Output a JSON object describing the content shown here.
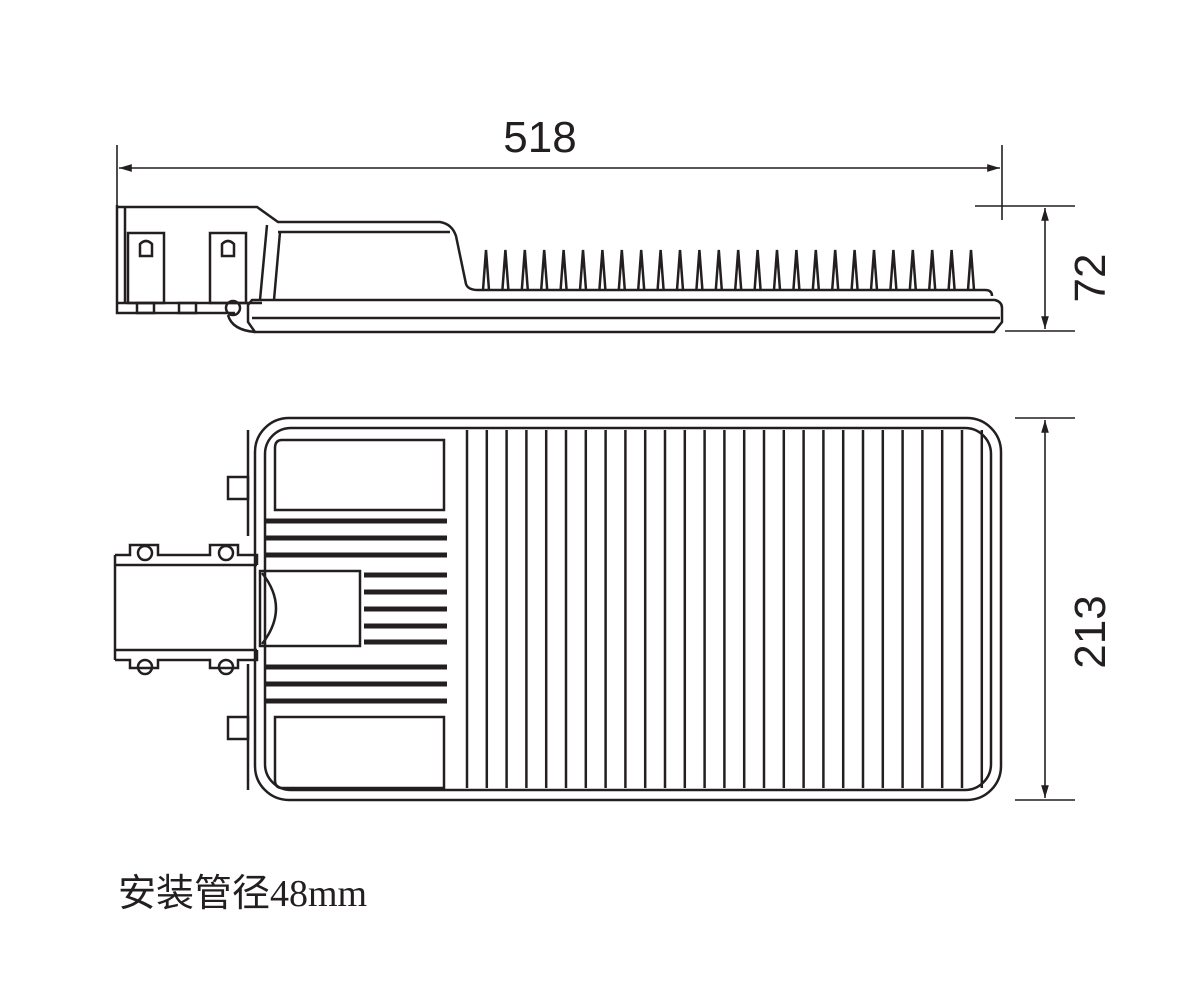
{
  "dimensions": {
    "length": "518",
    "height": "72",
    "width": "213"
  },
  "note": "安装管径48mm",
  "colors": {
    "line": "#231f20",
    "background": "#ffffff"
  }
}
